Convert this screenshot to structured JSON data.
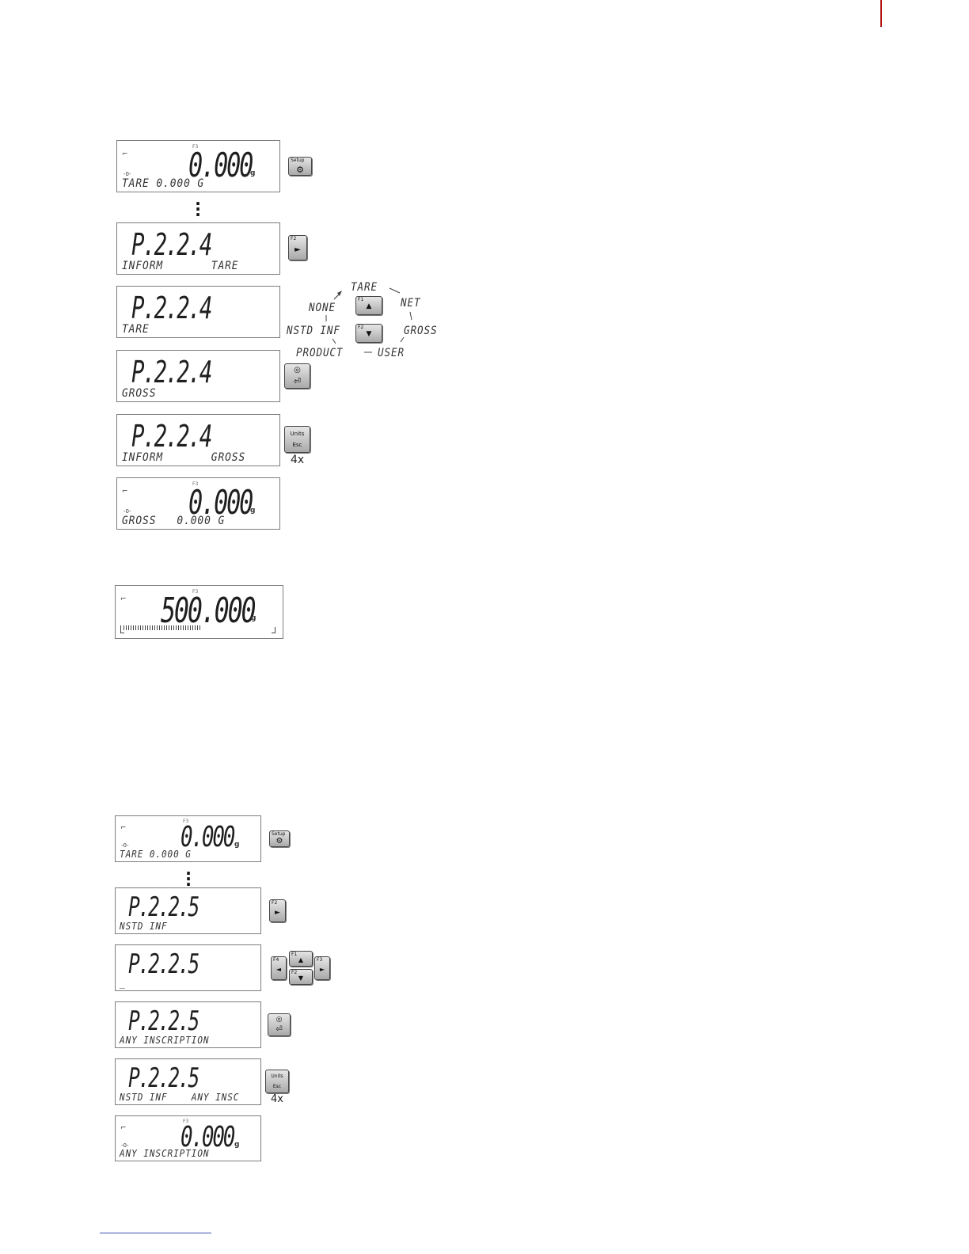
{
  "section1": {
    "screens": [
      {
        "main": "0.000",
        "unit": "g",
        "sub": "TARE 0.000 G",
        "tiny": "F3",
        "stab": "⌐",
        "zero": "-0-"
      },
      {
        "main": "P.2.2.4",
        "sub": "INFORM       TARE"
      },
      {
        "main": "P.2.2.4",
        "sub": "TARE"
      },
      {
        "main": "P.2.2.4",
        "sub": "GROSS"
      },
      {
        "main": "P.2.2.4",
        "sub": "INFORM       GROSS"
      },
      {
        "main": "0.000",
        "unit": "g",
        "sub": "GROSS   0.000 G",
        "tiny": "F3",
        "stab": "⌐",
        "zero": "-0-"
      }
    ],
    "keys": {
      "setup": "Setup",
      "f2": "F2",
      "f1": "F1",
      "enter_label": "⏎",
      "units": "Units",
      "esc": "Esc",
      "repeat": "4x"
    },
    "menu_options": {
      "tare": "TARE",
      "net": "NET",
      "gross": "GROSS",
      "user": "USER",
      "product": "PRODUCT",
      "nstd_inf": "NSTD INF",
      "none": "NONE"
    }
  },
  "section2": {
    "screen": {
      "main": "500.000",
      "unit": "g",
      "tiny": "F3",
      "stab": "⌐"
    }
  },
  "section3": {
    "screens": [
      {
        "main": "0.000",
        "unit": "g",
        "sub": "TARE 0.000 G",
        "tiny": "F3",
        "stab": "⌐",
        "zero": "-0-"
      },
      {
        "main": "P.2.2.5",
        "sub": "NSTD INF"
      },
      {
        "main": "P.2.2.5",
        "sub": "_"
      },
      {
        "main": "P.2.2.5",
        "sub": "ANY INSCRIPTION"
      },
      {
        "main": "P.2.2.5",
        "sub": "NSTD INF    ANY INSC"
      },
      {
        "main": "0.000",
        "unit": "g",
        "sub": "ANY INSCRIPTION",
        "tiny": "F3",
        "stab": "⌐",
        "zero": "-0-"
      }
    ],
    "keys": {
      "setup": "Setup",
      "f2": "F2",
      "f4": "F4",
      "f1": "F1",
      "f3": "F3",
      "units": "Units",
      "esc": "Esc",
      "repeat": "4x"
    }
  }
}
